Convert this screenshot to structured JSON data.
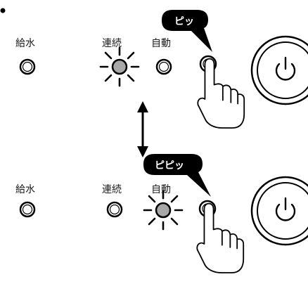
{
  "panels": [
    {
      "labels": {
        "water": "給水",
        "continuous": "連続",
        "auto": "自動"
      },
      "lit_led": "continuous",
      "beep_text": "ピッ"
    },
    {
      "labels": {
        "water": "給水",
        "continuous": "連続",
        "auto": "自動"
      },
      "lit_led": "auto",
      "beep_text": "ピピッ"
    }
  ],
  "colors": {
    "lit_led": "#a8a8a8",
    "bubble": "#000000",
    "outline": "#000000"
  },
  "icons": {
    "power": "power-icon",
    "hand": "pointing-hand-icon",
    "arrow": "up-down-arrow-icon",
    "light": "light-rays-icon"
  }
}
